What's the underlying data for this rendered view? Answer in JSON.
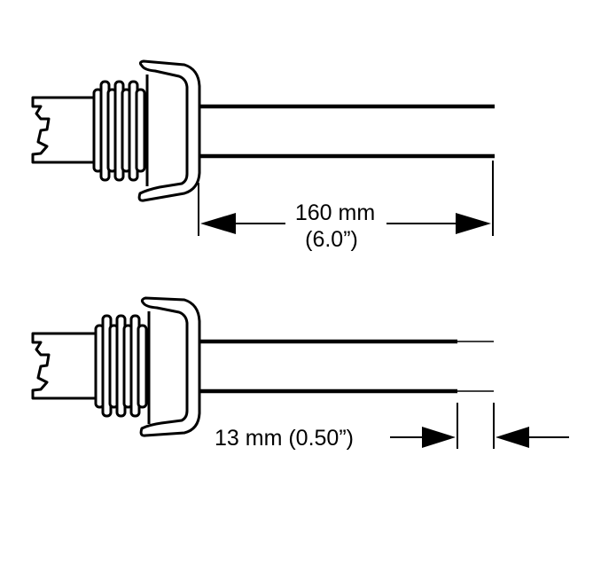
{
  "colors": {
    "ink": "#000000",
    "paper": "#ffffff"
  },
  "dimension_top": {
    "line1": "160 mm",
    "line2": "(6.0”)"
  },
  "dimension_bottom": {
    "label": "13 mm (0.50”)"
  }
}
